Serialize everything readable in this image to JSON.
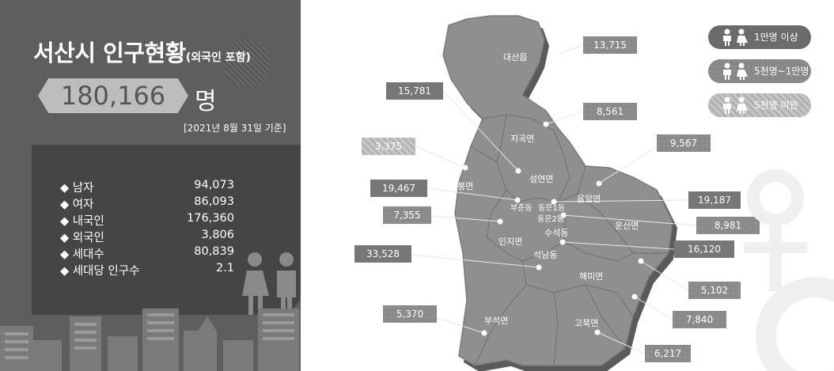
{
  "title": {
    "main": "서산시 인구현황",
    "sub": "(외국인 포함)"
  },
  "total": {
    "value": "180,166",
    "unit": "명"
  },
  "date_note": "[2021년 8월 31일 기준]",
  "stats": [
    {
      "label": "남자",
      "value": "94,073"
    },
    {
      "label": "여자",
      "value": "86,093"
    },
    {
      "label": "내국인",
      "value": "176,360"
    },
    {
      "label": "외국인",
      "value": "3,806"
    },
    {
      "label": "세대수",
      "value": "80,839"
    },
    {
      "label": "세대당 인구수",
      "value": "2.1"
    }
  ],
  "legend": [
    {
      "label": "1만명 이상"
    },
    {
      "label": "5천명~1만명"
    },
    {
      "label": "5천명 미만"
    }
  ],
  "regions": [
    {
      "name": "대산읍",
      "population": "13,715"
    },
    {
      "name": "지곡면",
      "population": "8,561"
    },
    {
      "name": "성연면",
      "population": "15,781"
    },
    {
      "name": "팔봉면",
      "population": "3,375"
    },
    {
      "name": "음암면",
      "population": "9,567"
    },
    {
      "name": "부춘동",
      "population": "19,467"
    },
    {
      "name": "동문1동",
      "population": "19,187"
    },
    {
      "name": "동문2동",
      "population": "8,981"
    },
    {
      "name": "인지면",
      "population": "7,355"
    },
    {
      "name": "수석동",
      "population": "16,120"
    },
    {
      "name": "석남동",
      "population": "33,528"
    },
    {
      "name": "운산면",
      "population": ""
    },
    {
      "name": "해미면",
      "population": "5,102"
    },
    {
      "name": "고북면",
      "population": "6,217"
    },
    {
      "name": "부석면",
      "population": "5,370"
    },
    {
      "name": "",
      "population": "7,840"
    }
  ],
  "colors": {
    "panel": "#5e5e5e",
    "box": "#454545",
    "map": "#8f8f8f",
    "tier_high": "#777777",
    "tier_mid": "#8a8a8a",
    "tier_low": "#bdbdbd"
  }
}
